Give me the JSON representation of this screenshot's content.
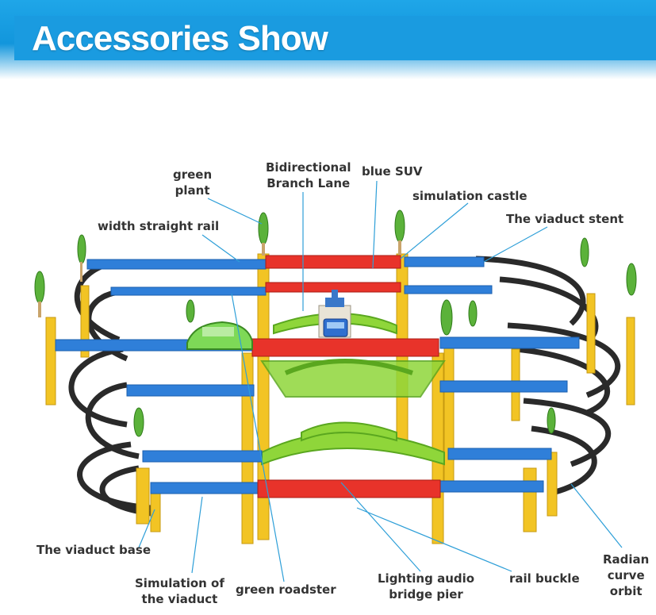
{
  "header": {
    "title": "Accessories Show"
  },
  "callouts": [
    {
      "id": "green-plant",
      "text": "green\nplant"
    },
    {
      "id": "bidirectional-branch-lane",
      "text": "Bidirectional\nBranch Lane"
    },
    {
      "id": "blue-suv",
      "text": "blue SUV"
    },
    {
      "id": "simulation-castle",
      "text": "simulation castle"
    },
    {
      "id": "viaduct-stent",
      "text": "The viaduct stent"
    },
    {
      "id": "width-straight-rail",
      "text": "width straight rail"
    },
    {
      "id": "viaduct-base",
      "text": "The viaduct base"
    },
    {
      "id": "simulation-viaduct",
      "text": "Simulation of\nthe viaduct"
    },
    {
      "id": "green-roadster",
      "text": "green roadster"
    },
    {
      "id": "lighting-audio-pier",
      "text": "Lighting audio\nbridge pier"
    },
    {
      "id": "rail-buckle",
      "text": "rail buckle"
    },
    {
      "id": "radian-curve-orbit",
      "text": "Radian\ncurve\norbit"
    }
  ],
  "colors": {
    "header_blue": "#1a9be0",
    "rail_blue": "#2f7fd9",
    "rail_red": "#e8332a",
    "pier_yellow": "#f2c424",
    "ramp_green": "#8fd63a",
    "curve_black": "#2a2a2a",
    "plant_green": "#5bb23a",
    "leader_line": "#2e9fd8"
  }
}
